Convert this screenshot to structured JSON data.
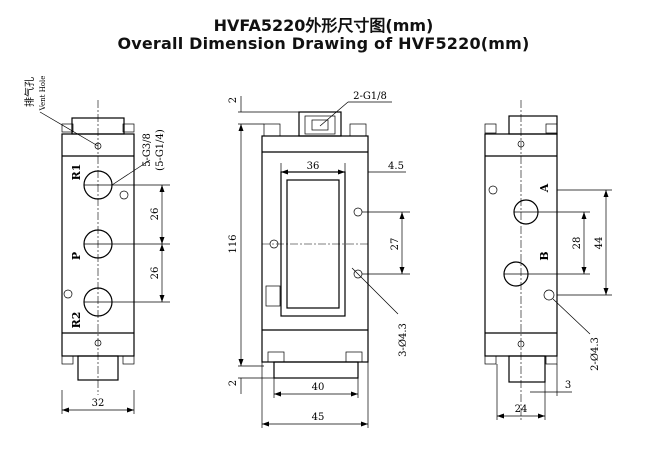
{
  "title_cn": "HVFA5220外形尺寸图(mm)",
  "title_en": "Overall Dimension Drawing of HVF5220(mm)",
  "left_view": {
    "vent_cn": "排气孔",
    "vent_en": "Vent Hole",
    "port_r1": "R1",
    "port_p": "P",
    "port_r2": "R2",
    "port_size_1": "5-G3/8",
    "port_size_2": "(5-G1/4)",
    "dim_upper": "26",
    "dim_lower": "26",
    "dim_width": "32"
  },
  "middle_view": {
    "dim_top_small": "2",
    "thread_label": "2-G1/8",
    "dim_inner_width": "36",
    "dim_offset": "4.5",
    "dim_height": "116",
    "dim_hole_spacing": "27",
    "hole_label": "3-Ø4.3",
    "dim_bottom_small": "2",
    "dim_base_width": "40",
    "dim_total_width": "45"
  },
  "right_view": {
    "port_a": "A",
    "port_b": "B",
    "dim_28": "28",
    "dim_44": "44",
    "hole_label": "2-Ø4.3",
    "dim_3": "3",
    "dim_24": "24"
  }
}
